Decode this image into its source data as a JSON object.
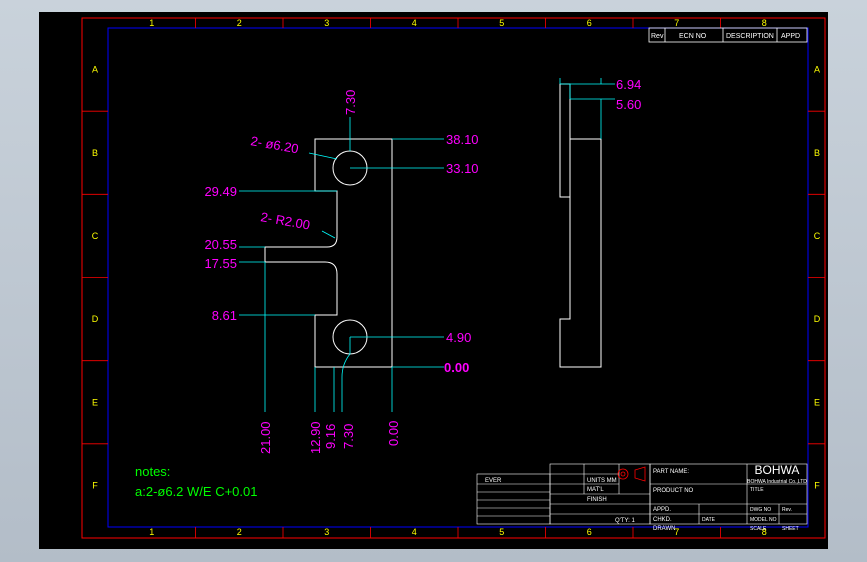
{
  "colors": {
    "background": "#000000",
    "border": "#ff0000",
    "inner_border": "#0000ff",
    "part": "#ffffff",
    "dimension": "#00ffff",
    "dim_text": "#ff00ff",
    "title_text": "#ffffff",
    "title_small": "#00ff00"
  },
  "grid": {
    "columns": [
      "1",
      "2",
      "3",
      "4",
      "5",
      "6",
      "7",
      "8"
    ],
    "rows": [
      "A",
      "B",
      "C",
      "D",
      "E",
      "F"
    ]
  },
  "dimensions": {
    "vertical_right": [
      "38.10",
      "33.10",
      "4.90",
      "0.00"
    ],
    "vertical_left": [
      "29.49",
      "20.55",
      "17.55",
      "8.61"
    ],
    "horizontal_bottom": [
      "21.00",
      "12.90",
      "9.16",
      "7.30",
      "0.00"
    ],
    "top_hole": "7.30",
    "hole_callout": "2- ø6.20",
    "radius_callout": "2- R2.00",
    "side_view": [
      "6.94",
      "5.60"
    ]
  },
  "notes": {
    "title": "notes:",
    "line1": "a:2-ø6.2  W/E     C+0.01"
  },
  "revision_header": {
    "rev": "Rev",
    "ecn": "ECN NO",
    "description": "DESCRIPTION",
    "appd": "APPD"
  },
  "title_block": {
    "company": "BOHWA",
    "company_sub": "BOHWA Industrial Co.,LTD",
    "title_label": "TITLE",
    "part_name": "PART NAME:",
    "product_no": "PRODUCT NO",
    "appd": "APPD.",
    "chkd": "CHKD.",
    "drawn": "DRAWN",
    "dwg_no": "DWG NO",
    "model_no": "MODEL NO",
    "date": "DATE",
    "units": "UNITS  MM",
    "scale": "SCALE",
    "rev": "Rev.",
    "sheet": "SHEET",
    "material": "MAT'L",
    "finish": "FINISH",
    "qty": "Q'TY:  1",
    "ever": "EVER"
  }
}
